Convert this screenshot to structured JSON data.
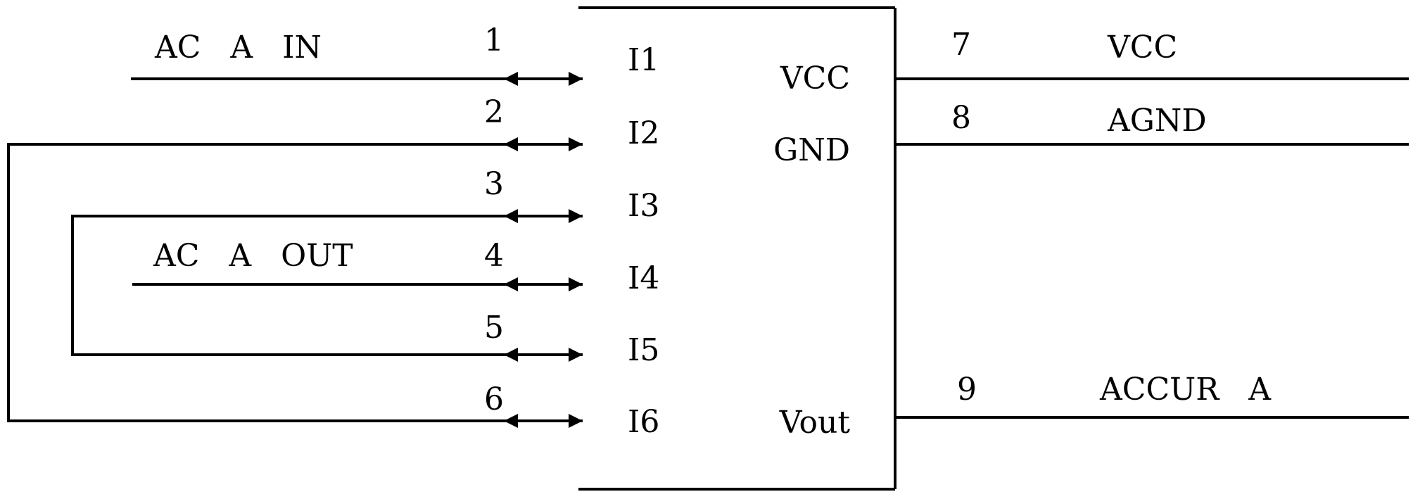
{
  "chip": {
    "left_pins": [
      {
        "number": "1",
        "label": "I1",
        "net": "AC   A   IN"
      },
      {
        "number": "2",
        "label": "I2",
        "net": ""
      },
      {
        "number": "3",
        "label": "I3",
        "net": ""
      },
      {
        "number": "4",
        "label": "I4",
        "net": "AC   A   OUT"
      },
      {
        "number": "5",
        "label": "I5",
        "net": ""
      },
      {
        "number": "6",
        "label": "I6",
        "net": ""
      }
    ],
    "right_pins": [
      {
        "number": "7",
        "label": "VCC",
        "net": "VCC"
      },
      {
        "number": "8",
        "label": "GND",
        "net": "AGND"
      },
      {
        "number": "9",
        "label": "Vout",
        "net": "ACCUR   A"
      }
    ]
  }
}
